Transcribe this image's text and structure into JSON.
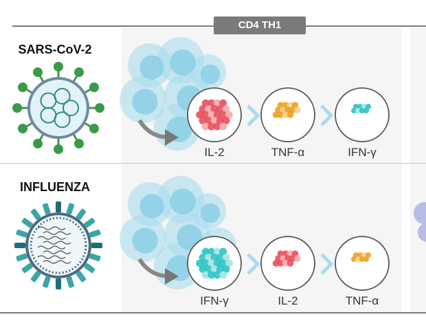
{
  "header": {
    "section_tag": "CD4 TH1"
  },
  "rows": [
    {
      "virus": "SARS-CoV-2",
      "virus_icon": "coronavirus-icon",
      "sequence": [
        {
          "cytokine": "IL-2",
          "color": "#e8505b",
          "light": "#f4a8ae",
          "abundance": "high"
        },
        {
          "cytokine": "TNF-α",
          "color": "#f0a020",
          "light": "#f8d08c",
          "abundance": "medium"
        },
        {
          "cytokine": "IFN-γ",
          "color": "#2ec4c4",
          "light": "#a4e2e2",
          "abundance": "low"
        }
      ]
    },
    {
      "virus": "INFLUENZA",
      "virus_icon": "influenza-virus-icon",
      "sequence": [
        {
          "cytokine": "IFN-γ",
          "color": "#2ec4c4",
          "light": "#a4e2e2",
          "abundance": "high"
        },
        {
          "cytokine": "IL-2",
          "color": "#e8505b",
          "light": "#f4a8ae",
          "abundance": "medium"
        },
        {
          "cytokine": "TNF-α",
          "color": "#f0a020",
          "light": "#f8d08c",
          "abundance": "low"
        }
      ]
    }
  ],
  "colors": {
    "cell_cluster": "#a8dced",
    "cell_nucleus": "#7fcbe2",
    "chevron": "#a8dced",
    "sars_spike": "#3a9a4a",
    "flu_spike": "#3aa6a6",
    "neighbor_blob": "#b8bce8"
  }
}
